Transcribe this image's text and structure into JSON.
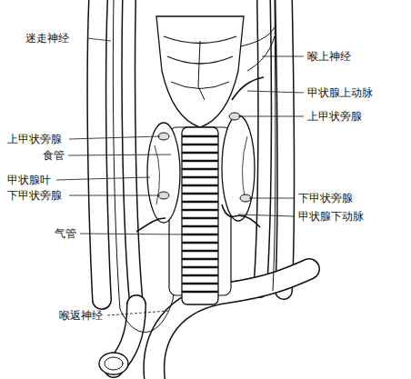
{
  "diagram": {
    "labels": [
      "迷走神经",
      "喉上神经",
      "甲状腺上动脉",
      "上甲状旁腺",
      "上甲状旁腺",
      "食管",
      "甲状腺叶",
      "下甲状旁腺",
      "下甲状旁腺",
      "甲状腺下动脉",
      "气管",
      "喉返神经"
    ]
  }
}
